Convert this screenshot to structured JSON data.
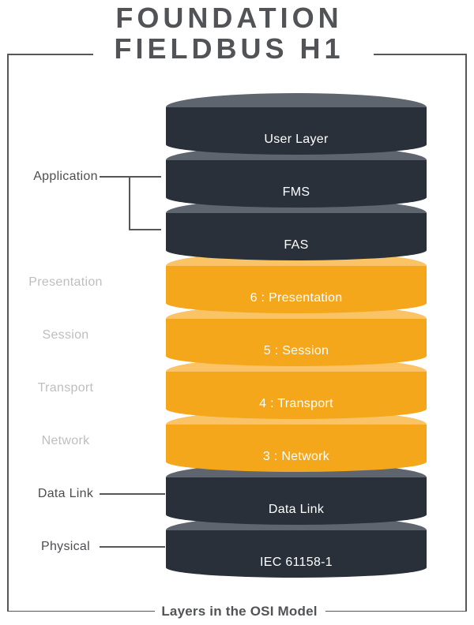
{
  "title": {
    "line1": "FOUNDATION",
    "line2": "FIELDBUS H1"
  },
  "caption": "Layers in the OSI Model",
  "colors": {
    "dark_disk_body": "#2A303A",
    "dark_disk_top": "#5E656E",
    "yellow_disk_body": "#F5A71B",
    "yellow_disk_top": "#F9C366",
    "disk_text": "#FFFFFF",
    "frame_and_lines": "#55575A",
    "title_text": "#515356",
    "side_label_dark": "#4B4D50",
    "side_label_gray": "#BDBEC0"
  },
  "disks": [
    {
      "label": "User Layer",
      "tone": "dark"
    },
    {
      "label": "FMS",
      "tone": "dark"
    },
    {
      "label": "FAS",
      "tone": "dark"
    },
    {
      "label": "6 : Presentation",
      "tone": "yellow"
    },
    {
      "label": "5 : Session",
      "tone": "yellow"
    },
    {
      "label": "4 : Transport",
      "tone": "yellow"
    },
    {
      "label": "3 : Network",
      "tone": "yellow"
    },
    {
      "label": "Data Link",
      "tone": "dark"
    },
    {
      "label": "IEC 61158-1",
      "tone": "dark"
    }
  ],
  "side_labels": [
    {
      "label": "Application",
      "tone": "dark",
      "row": 1,
      "connector": "bracket",
      "bracket_rows": [
        1,
        2
      ]
    },
    {
      "label": "Presentation",
      "tone": "gray",
      "row": 3,
      "connector": "none"
    },
    {
      "label": "Session",
      "tone": "gray",
      "row": 4,
      "connector": "none"
    },
    {
      "label": "Transport",
      "tone": "gray",
      "row": 5,
      "connector": "none"
    },
    {
      "label": "Network",
      "tone": "gray",
      "row": 6,
      "connector": "none"
    },
    {
      "label": "Data Link",
      "tone": "dark",
      "row": 7,
      "connector": "line"
    },
    {
      "label": "Physical",
      "tone": "dark",
      "row": 8,
      "connector": "line"
    }
  ]
}
